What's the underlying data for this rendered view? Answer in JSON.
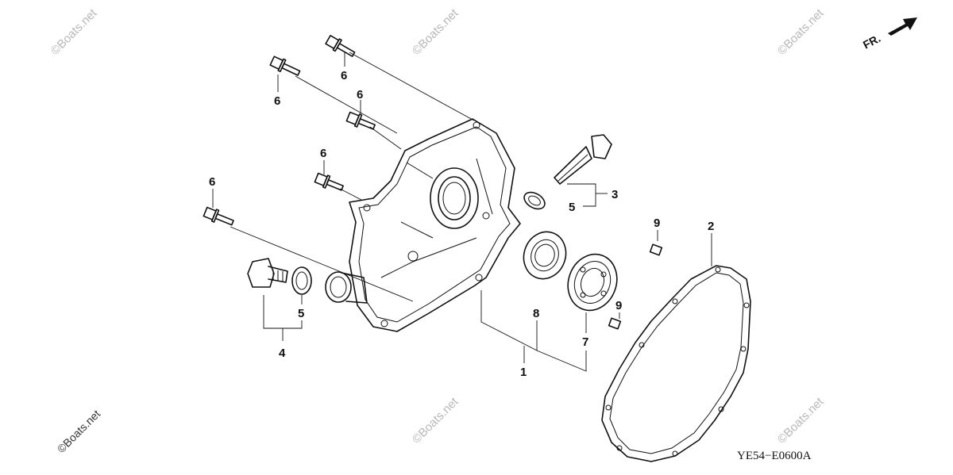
{
  "diagram": {
    "callouts": {
      "c1": "1",
      "c2": "2",
      "c3": "3",
      "c4": "4",
      "c5a": "5",
      "c5b": "5",
      "c6a": "6",
      "c6b": "6",
      "c6c": "6",
      "c6d": "6",
      "c6e": "6",
      "c7": "7",
      "c8": "8",
      "c9a": "9",
      "c9b": "9"
    },
    "direction_label": "FR.",
    "diagram_code": "YE54−E0600A",
    "watermark": "©Boats.net"
  }
}
